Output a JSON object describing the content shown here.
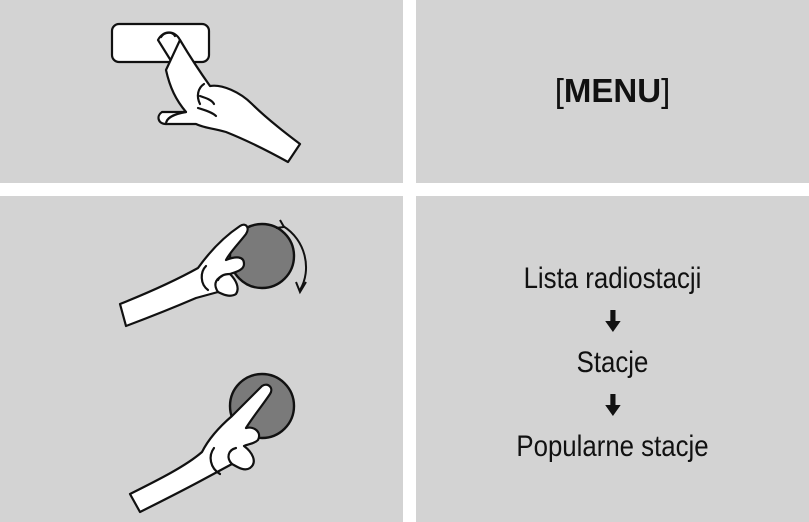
{
  "step1": {
    "bracket_open": "[",
    "key_label": "MENU",
    "bracket_close": "]"
  },
  "step2": {
    "items": [
      "Lista radiostacji",
      "Stacje",
      "Popularne stacje"
    ],
    "arrow_icon": "arrow-down-icon"
  },
  "colors": {
    "cell_background": "#d3d3d3",
    "knob_fill": "#7a7a7a",
    "text": "#111111"
  }
}
